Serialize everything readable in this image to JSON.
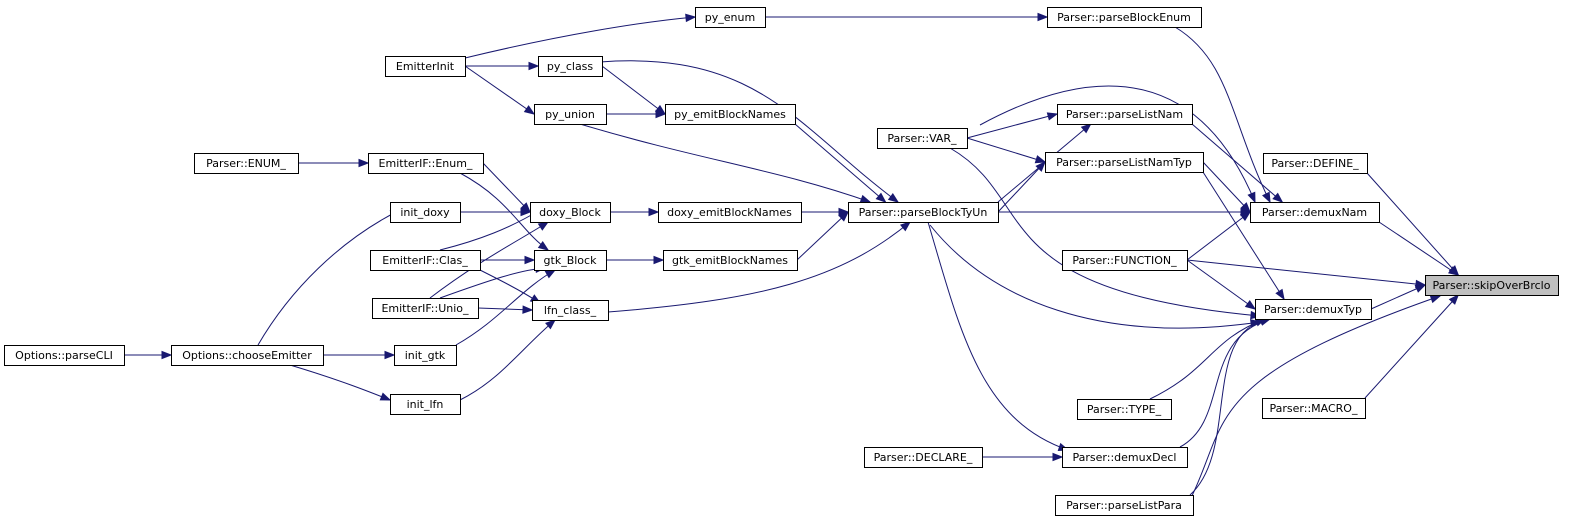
{
  "diagram": {
    "title": "",
    "edge_color": "#191970",
    "root_fill": "#bfbfbf",
    "node_fill": "#ffffff",
    "nodes": [
      {
        "id": "skip",
        "label": "Parser::skipOverBrclo",
        "root": true
      },
      {
        "id": "define",
        "label": "Parser::DEFINE_"
      },
      {
        "id": "demuxNam",
        "label": "Parser::demuxNam"
      },
      {
        "id": "function",
        "label": "Parser::FUNCTION_"
      },
      {
        "id": "demuxTyp",
        "label": "Parser::demuxTyp"
      },
      {
        "id": "macro",
        "label": "Parser::MACRO_"
      },
      {
        "id": "parseListPara",
        "label": "Parser::parseListPara"
      },
      {
        "id": "parseBlockEnum",
        "label": "Parser::parseBlockEnum"
      },
      {
        "id": "parseListNam",
        "label": "Parser::parseListNam"
      },
      {
        "id": "parseListNamTyp",
        "label": "Parser::parseListNamTyp"
      },
      {
        "id": "parseBlockTyUn",
        "label": "Parser::parseBlockTyUn"
      },
      {
        "id": "type",
        "label": "Parser::TYPE_"
      },
      {
        "id": "demuxDecl",
        "label": "Parser::demuxDecl"
      },
      {
        "id": "declare",
        "label": "Parser::DECLARE_"
      },
      {
        "id": "var",
        "label": "Parser::VAR_"
      },
      {
        "id": "py_enum",
        "label": "py_enum"
      },
      {
        "id": "py_class",
        "label": "py_class"
      },
      {
        "id": "py_union",
        "label": "py_union"
      },
      {
        "id": "py_emitBlockNames",
        "label": "py_emitBlockNames"
      },
      {
        "id": "doxy_emitBlockNames",
        "label": "doxy_emitBlockNames"
      },
      {
        "id": "gtk_emitBlockNames",
        "label": "gtk_emitBlockNames"
      },
      {
        "id": "doxy_Block",
        "label": "doxy_Block"
      },
      {
        "id": "gtk_Block",
        "label": "gtk_Block"
      },
      {
        "id": "lfn_class",
        "label": "lfn_class_"
      },
      {
        "id": "emitterInit",
        "label": "EmitterInit"
      },
      {
        "id": "enumIF",
        "label": "EmitterIF::Enum_"
      },
      {
        "id": "clasIF",
        "label": "EmitterIF::Clas_"
      },
      {
        "id": "unioIF",
        "label": "EmitterIF::Unio_"
      },
      {
        "id": "init_doxy",
        "label": "init_doxy"
      },
      {
        "id": "init_gtk",
        "label": "init_gtk"
      },
      {
        "id": "init_lfn",
        "label": "init_lfn"
      },
      {
        "id": "parserEnum",
        "label": "Parser::ENUM_"
      },
      {
        "id": "chooseEmitter",
        "label": "Options::chooseEmitter"
      },
      {
        "id": "parseCLI",
        "label": "Options::parseCLI"
      }
    ],
    "edges": [
      {
        "from": "define",
        "to": "skip"
      },
      {
        "from": "demuxNam",
        "to": "skip"
      },
      {
        "from": "function",
        "to": "skip"
      },
      {
        "from": "demuxTyp",
        "to": "skip"
      },
      {
        "from": "parseListPara",
        "to": "skip"
      },
      {
        "from": "macro",
        "to": "skip"
      },
      {
        "from": "parseBlockEnum",
        "to": "demuxNam"
      },
      {
        "from": "parseListNam",
        "to": "demuxNam"
      },
      {
        "from": "parseListNamTyp",
        "to": "demuxNam"
      },
      {
        "from": "parseBlockTyUn",
        "to": "demuxNam"
      },
      {
        "from": "var",
        "to": "demuxNam"
      },
      {
        "from": "function",
        "to": "demuxNam"
      },
      {
        "from": "function",
        "to": "demuxTyp"
      },
      {
        "from": "parseListNamTyp",
        "to": "demuxTyp"
      },
      {
        "from": "parseBlockTyUn",
        "to": "demuxTyp"
      },
      {
        "from": "var",
        "to": "demuxTyp"
      },
      {
        "from": "type",
        "to": "demuxTyp"
      },
      {
        "from": "demuxDecl",
        "to": "demuxTyp"
      },
      {
        "from": "parseListPara",
        "to": "demuxTyp"
      },
      {
        "from": "declare",
        "to": "demuxDecl"
      },
      {
        "from": "parseBlockTyUn",
        "to": "demuxDecl"
      },
      {
        "from": "py_enum",
        "to": "parseBlockEnum"
      },
      {
        "from": "var",
        "to": "parseListNam"
      },
      {
        "from": "parseBlockTyUn",
        "to": "parseListNam"
      },
      {
        "from": "var",
        "to": "parseListNamTyp"
      },
      {
        "from": "parseBlockTyUn",
        "to": "parseListNamTyp"
      },
      {
        "from": "py_class",
        "to": "parseBlockTyUn"
      },
      {
        "from": "py_union",
        "to": "parseBlockTyUn"
      },
      {
        "from": "py_emitBlockNames",
        "to": "parseBlockTyUn"
      },
      {
        "from": "doxy_emitBlockNames",
        "to": "parseBlockTyUn"
      },
      {
        "from": "gtk_emitBlockNames",
        "to": "parseBlockTyUn"
      },
      {
        "from": "lfn_class",
        "to": "parseBlockTyUn"
      },
      {
        "from": "emitterInit",
        "to": "py_enum"
      },
      {
        "from": "emitterInit",
        "to": "py_class"
      },
      {
        "from": "emitterInit",
        "to": "py_union"
      },
      {
        "from": "py_class",
        "to": "py_emitBlockNames"
      },
      {
        "from": "py_union",
        "to": "py_emitBlockNames"
      },
      {
        "from": "doxy_Block",
        "to": "doxy_emitBlockNames"
      },
      {
        "from": "gtk_Block",
        "to": "gtk_emitBlockNames"
      },
      {
        "from": "enumIF",
        "to": "doxy_Block"
      },
      {
        "from": "init_doxy",
        "to": "doxy_Block"
      },
      {
        "from": "clasIF",
        "to": "doxy_Block"
      },
      {
        "from": "unioIF",
        "to": "doxy_Block"
      },
      {
        "from": "enumIF",
        "to": "gtk_Block"
      },
      {
        "from": "clasIF",
        "to": "gtk_Block"
      },
      {
        "from": "unioIF",
        "to": "gtk_Block"
      },
      {
        "from": "init_gtk",
        "to": "gtk_Block"
      },
      {
        "from": "clasIF",
        "to": "lfn_class"
      },
      {
        "from": "unioIF",
        "to": "lfn_class"
      },
      {
        "from": "init_lfn",
        "to": "lfn_class"
      },
      {
        "from": "parserEnum",
        "to": "enumIF"
      },
      {
        "from": "chooseEmitter",
        "to": "init_doxy"
      },
      {
        "from": "chooseEmitter",
        "to": "init_gtk"
      },
      {
        "from": "chooseEmitter",
        "to": "init_lfn"
      },
      {
        "from": "parseCLI",
        "to": "chooseEmitter"
      }
    ]
  }
}
